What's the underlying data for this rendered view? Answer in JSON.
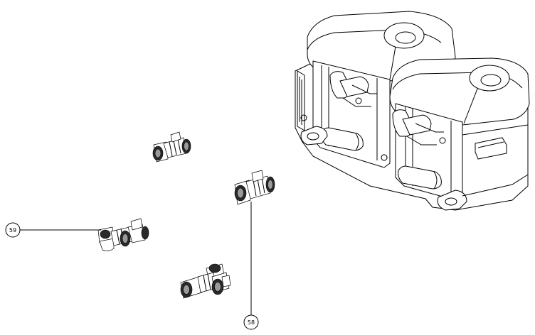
{
  "callouts": [
    {
      "id": "callout-59",
      "label": "59"
    },
    {
      "id": "callout-58",
      "label": "58"
    }
  ],
  "colors": {
    "background": "#ffffff",
    "line": "#000000",
    "fitting_dark": "#2a2a2a",
    "fitting_mid": "#9a9a9a"
  }
}
